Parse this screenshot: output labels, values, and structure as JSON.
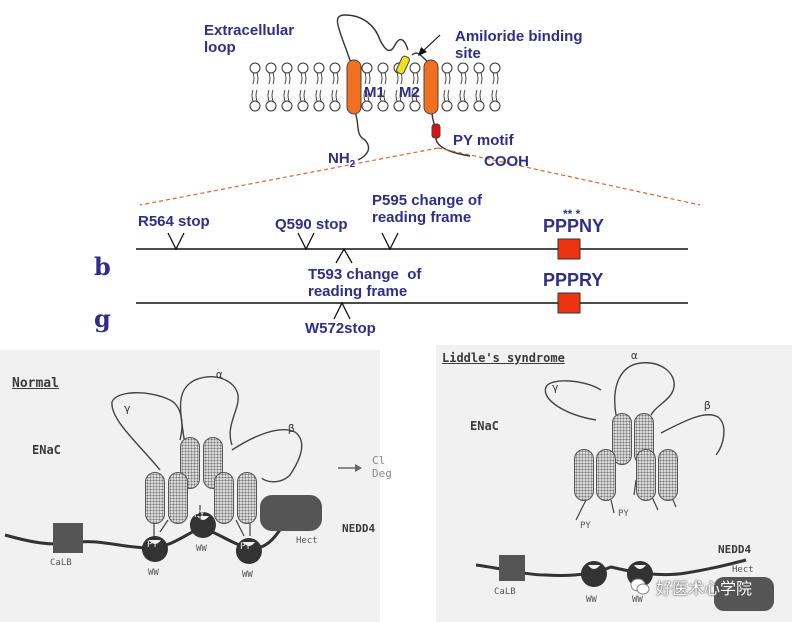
{
  "top": {
    "extracellular_loop": "Extracellular\nloop",
    "amiloride": "Amiloride binding\nsite",
    "m1": "M1",
    "m2": "M2",
    "nh2_main": "NH",
    "nh2_sub": "2",
    "py_motif": "PY motif",
    "cooh": "COOH"
  },
  "mutations": {
    "r564": "R564 stop",
    "q590": "Q590 stop",
    "p595": "P595 change of\nreading frame",
    "t593": "T593 change  of\nreading frame",
    "w572": "W572stop",
    "seq_beta": "PPPNY",
    "seq_gamma": "PPPRY",
    "star_marks": "** *",
    "beta_label": "b",
    "gamma_label": "g"
  },
  "normal": {
    "title": "Normal",
    "enac": "ENaC",
    "alpha": "α",
    "beta": "β",
    "gamma": "γ",
    "arrow_text": "Cl\nDeg",
    "nedd4": "NEDD4",
    "hect": "Hect",
    "calb": "CaLB",
    "py": "PY",
    "ww": "WW"
  },
  "liddle": {
    "title": "Liddle's syndrome",
    "enac": "ENaC",
    "alpha": "α",
    "beta": "β",
    "gamma": "γ",
    "nedd4": "NEDD4",
    "hect": "Hect",
    "calb": "CaLB",
    "py": "PY",
    "ww": "WW"
  },
  "watermark": "好医术心学院",
  "colors": {
    "label_blue": "#2e2e8a",
    "helix_orange": "#f07020",
    "amiloride_yellow": "#f0e020",
    "py_red": "#e01010",
    "box_red": "#ee3311"
  }
}
